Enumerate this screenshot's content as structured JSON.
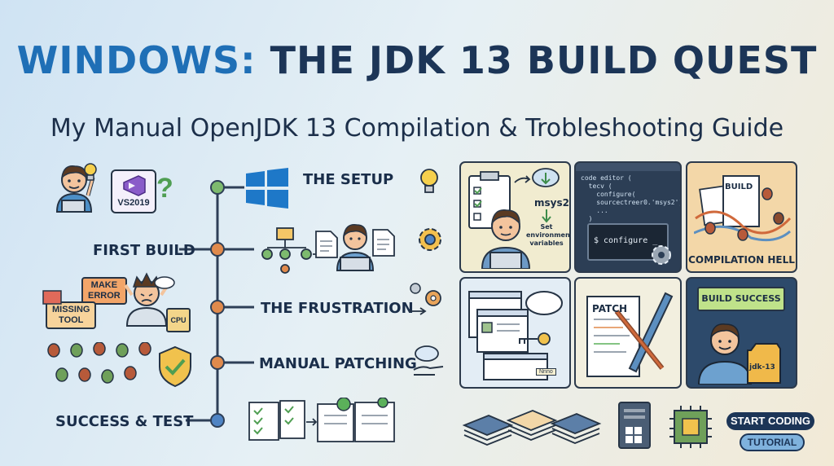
{
  "header": {
    "title_part1": "WINDOWS:",
    "title_part2": "THE JDK 13 BUILD QUEST",
    "subtitle": "My Manual OpenJDK 13 Compilation & Trobleshooting Guide"
  },
  "timeline": {
    "stages": [
      {
        "label": "THE SETUP",
        "color": "#7dba6e"
      },
      {
        "label": "FIRST BUILD",
        "color": "#e08a4c"
      },
      {
        "label": "THE FRUSTRATION",
        "color": "#e08a4c"
      },
      {
        "label": "MANUAL PATCHING",
        "color": "#e08a4c"
      },
      {
        "label": "SUCCESS & TEST",
        "color": "#4f84c4"
      }
    ],
    "vs_badge": "VS2019",
    "question_mark": "?",
    "bubbles": [
      "MAKE",
      "ERROR",
      "MISSING",
      "TOOL"
    ],
    "cpu_chip": "CPU"
  },
  "panels": {
    "setup": {
      "tool": "msys2",
      "note_lines": [
        "Set",
        "environment",
        "variables"
      ]
    },
    "code": {
      "lines": [
        "code editor (",
        "  tecv (",
        "    configure(",
        "    sourcectreer0.'msys2')",
        "    ...",
        "  )"
      ],
      "command": "$ configure _"
    },
    "compile": {
      "doc_label": "BUILD",
      "caption": "COMPILATION HELL"
    },
    "patch": {
      "doc_label": "PATCH",
      "window_tag": "Nnno"
    },
    "success": {
      "banner": "BUILD SUCCESS",
      "folder": "jdk-13"
    }
  },
  "badge": {
    "line1": "START CODING",
    "line2": "TUTORIAL"
  },
  "colors": {
    "accent_blue": "#1f6fb6",
    "navy": "#1c3557",
    "orange": "#e08a4c",
    "green": "#7dba6e"
  }
}
